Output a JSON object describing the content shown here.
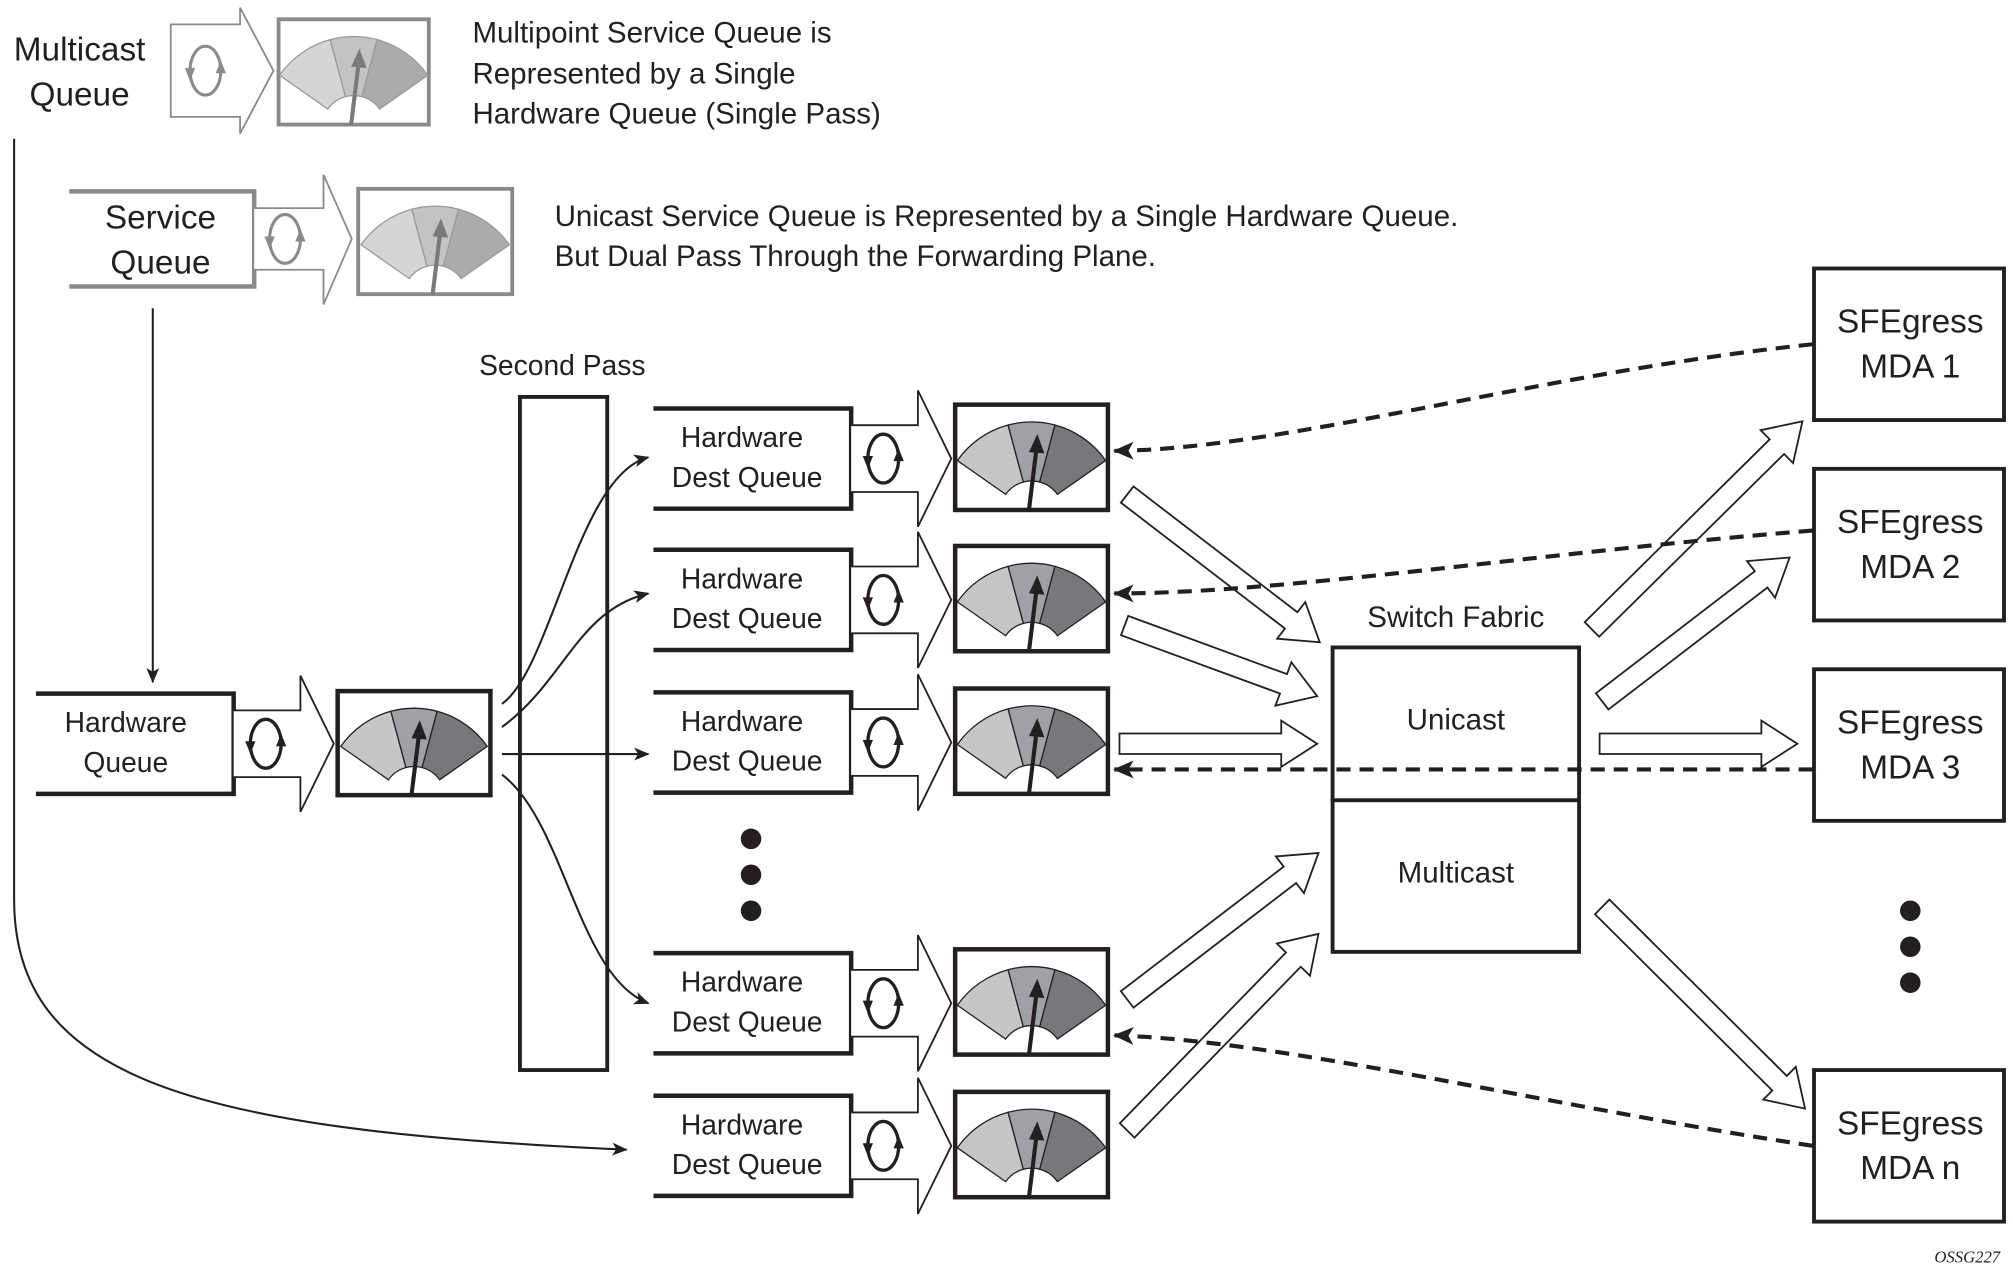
{
  "legend": {
    "multicast_queue": {
      "line1": "Multicast",
      "line2": "Queue"
    },
    "multicast_note": {
      "line1": "Multipoint Service Queue is",
      "line2": "Represented by a Single",
      "line3": "Hardware Queue (Single Pass)"
    },
    "service_queue": {
      "line1": "Service",
      "line2": "Queue"
    },
    "unicast_note": {
      "line1": "Unicast Service Queue is Represented by a Single Hardware Queue.",
      "line2": "But Dual Pass Through the Forwarding Plane."
    }
  },
  "hardware_queue": {
    "line1": "Hardware",
    "line2": "Queue"
  },
  "second_pass": {
    "label": "Second Pass"
  },
  "dest_queues": [
    {
      "line1": "Hardware",
      "line2": "Dest Queue"
    },
    {
      "line1": "Hardware",
      "line2": "Dest Queue"
    },
    {
      "line1": "Hardware",
      "line2": "Dest Queue"
    },
    {
      "line1": "Hardware",
      "line2": "Dest Queue"
    },
    {
      "line1": "Hardware",
      "line2": "Dest Queue"
    }
  ],
  "switch_fabric": {
    "title": "Switch Fabric",
    "unicast": "Unicast",
    "multicast": "Multicast"
  },
  "egress": [
    {
      "line1": "SFEgress",
      "line2": "MDA 1"
    },
    {
      "line1": "SFEgress",
      "line2": "MDA 2"
    },
    {
      "line1": "SFEgress",
      "line2": "MDA 3"
    },
    {
      "line1": "SFEgress",
      "line2": "MDA n"
    }
  ],
  "figure_id": "OSSG227",
  "colors": {
    "ink": "#231f20",
    "legend_gray": "#8a8a8a",
    "meter_light": "#c4c6c8",
    "meter_mid": "#9fa1a4",
    "meter_dark": "#76787b",
    "legend_meter_light": "#d4d5d7",
    "legend_meter_mid": "#c2c3c5",
    "legend_meter_dark": "#a9abad"
  }
}
